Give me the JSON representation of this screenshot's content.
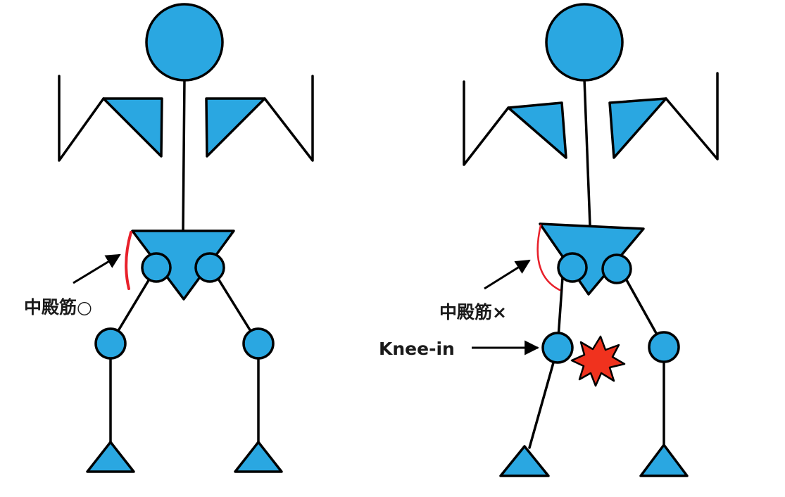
{
  "colors": {
    "body_fill": "#2aa7e1",
    "outline": "#000000",
    "muscle": "#e8202a",
    "pain": "#f0321e",
    "background": "#ffffff"
  },
  "figures": [
    {
      "state": "correct",
      "muscle_label": "中殿筋○"
    },
    {
      "state": "knee-in",
      "muscle_label": "中殿筋×",
      "knee_label": "Knee-in"
    }
  ]
}
